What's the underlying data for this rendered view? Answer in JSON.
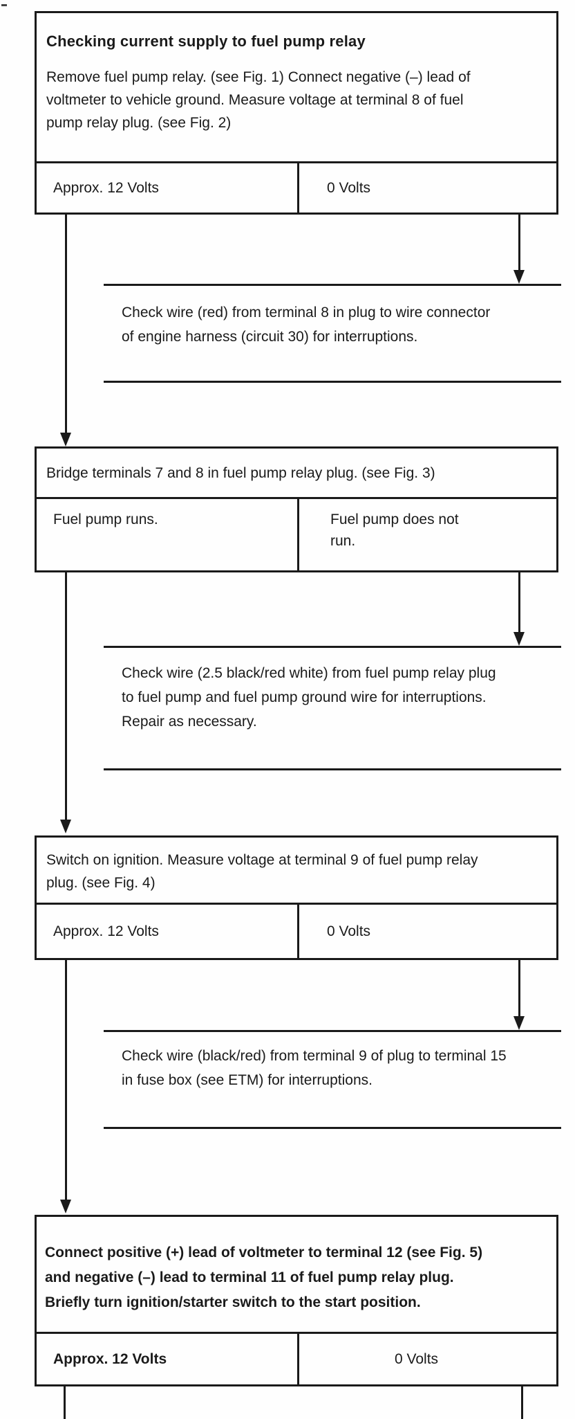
{
  "page": {
    "background": "#fefefe",
    "ink": "#1a1a1a"
  },
  "boxes": [
    {
      "title": "Checking current supply to fuel pump relay",
      "body": "Remove fuel pump relay. (see Fig. 1) Connect negative (–) lead of\nvoltmeter to vehicle ground. Measure voltage at terminal 8 of fuel\npump relay plug. (see Fig. 2)",
      "outcome_left": "Approx. 12 Volts",
      "outcome_right": "0 Volts"
    },
    {
      "body": "Bridge terminals 7 and 8 in fuel pump relay plug. (see Fig. 3)",
      "outcome_left": "Fuel pump runs.",
      "outcome_right": "Fuel pump does not\nrun."
    },
    {
      "body": "Switch on ignition. Measure voltage at terminal 9 of fuel pump relay\nplug. (see Fig. 4)",
      "outcome_left": "Approx. 12 Volts",
      "outcome_right": "0 Volts"
    },
    {
      "body": "Connect positive (+) lead of voltmeter to terminal 12  (see Fig. 5)\nand negative (–) lead to terminal 11 of fuel pump relay plug.\nBriefly turn ignition/starter switch to the start position.",
      "outcome_left": "Approx. 12 Volts",
      "outcome_right": "0 Volts"
    }
  ],
  "notes": [
    {
      "text": "Check wire (red) from terminal 8 in plug to wire connector\nof engine harness (circuit 30) for interruptions."
    },
    {
      "text": "Check wire (2.5 black/red white) from fuel pump relay plug\nto fuel pump and fuel pump ground wire for interruptions.\nRepair as necessary."
    },
    {
      "text": "Check wire (black/red) from terminal 9 of plug to terminal 15\nin fuse box (see ETM) for interruptions."
    }
  ]
}
